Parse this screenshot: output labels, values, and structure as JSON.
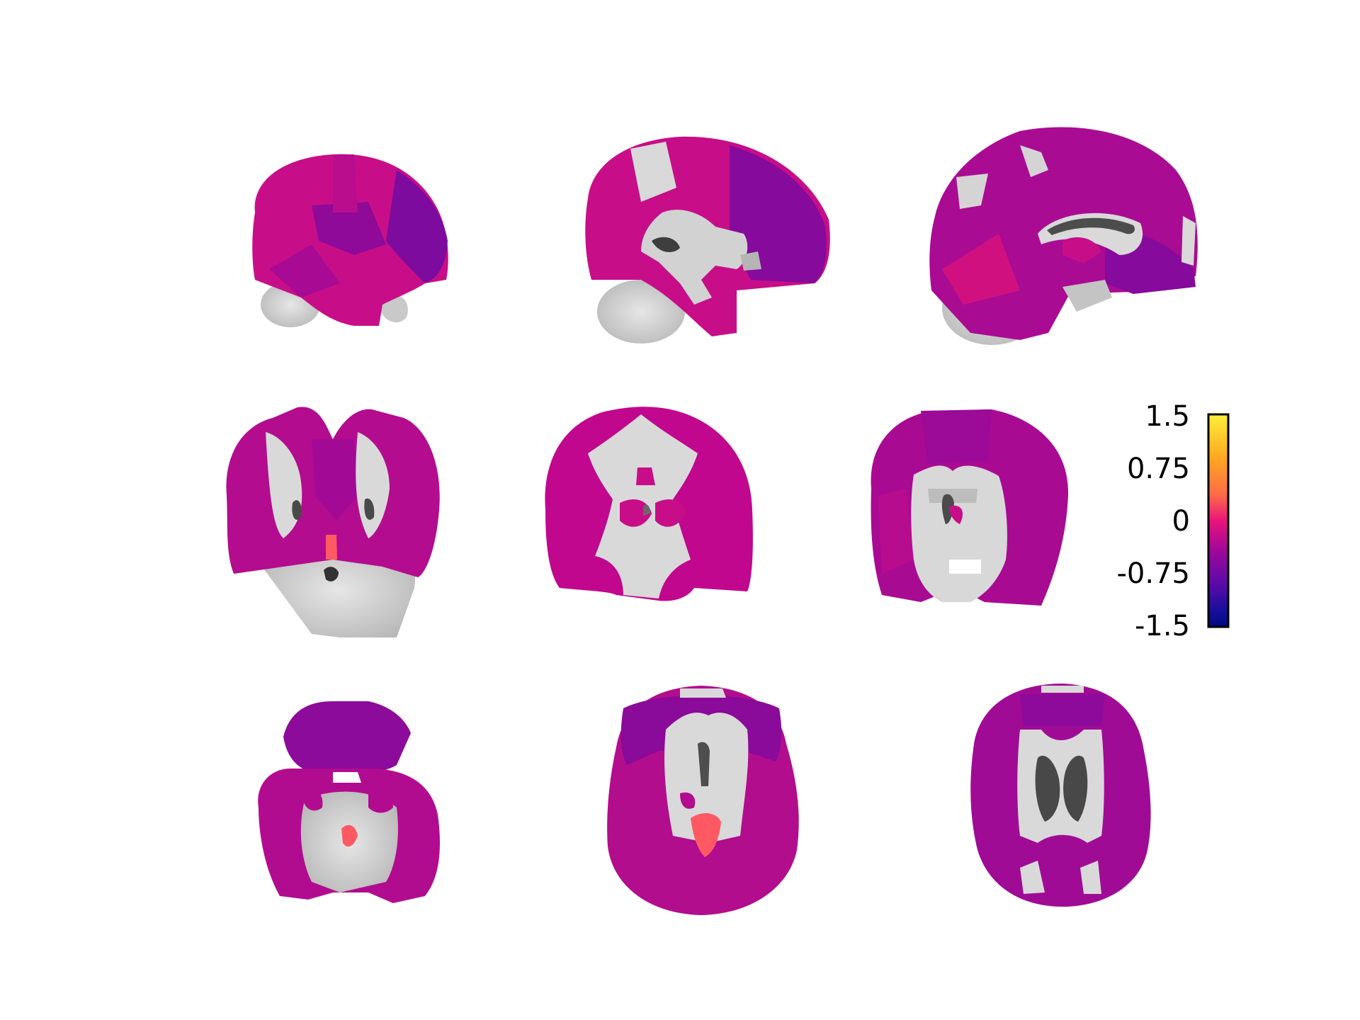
{
  "figure": {
    "panels": [
      {
        "view": "sagittal",
        "row": 1,
        "col": 1
      },
      {
        "view": "sagittal",
        "row": 1,
        "col": 2
      },
      {
        "view": "sagittal",
        "row": 1,
        "col": 3
      },
      {
        "view": "coronal",
        "row": 2,
        "col": 1
      },
      {
        "view": "coronal",
        "row": 2,
        "col": 2
      },
      {
        "view": "coronal",
        "row": 2,
        "col": 3
      },
      {
        "view": "axial",
        "row": 3,
        "col": 1
      },
      {
        "view": "axial",
        "row": 3,
        "col": 2
      },
      {
        "view": "axial",
        "row": 3,
        "col": 3
      }
    ],
    "colors": {
      "magenta": "#c2098a",
      "purple": "#8a0a98",
      "violet": "#6c0aa0",
      "salmon": "#ff5a64",
      "anatomy_light": "#d9d9d9",
      "anatomy_mid": "#b5b5b5",
      "anatomy_dark": "#444444"
    }
  },
  "colorbar": {
    "ticks": [
      "1.5",
      "0.75",
      "0",
      "-0.75",
      "-1.5"
    ],
    "colormap": [
      "#ffef3a",
      "#ffaa20",
      "#ff6a48",
      "#e8157a",
      "#a0089a",
      "#5a0aa8",
      "#1a0e9c",
      "#000a80"
    ],
    "range": [
      -1.5,
      1.5
    ]
  }
}
